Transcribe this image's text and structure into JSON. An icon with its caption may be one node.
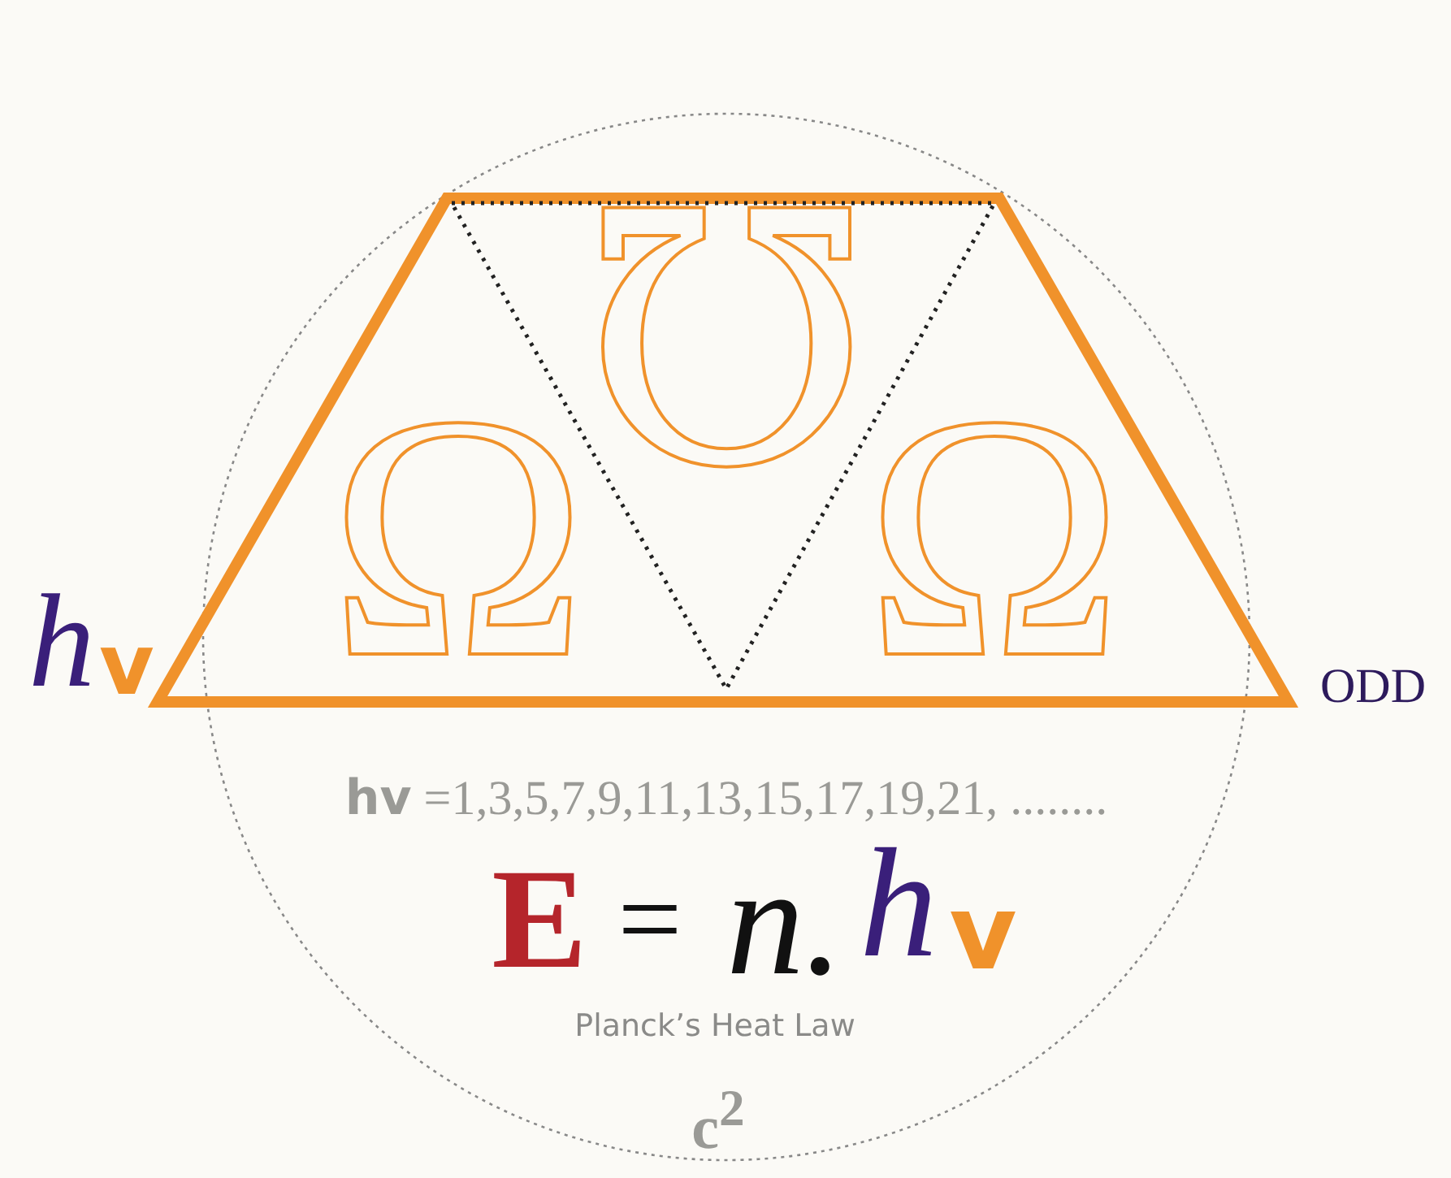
{
  "diagram": {
    "labels": [
      "Ω",
      "℧",
      "Ω",
      "h",
      "v",
      "ODD",
      "**hv** =1,3,5,7,9,11,13,15,17,19,21, ........",
      "E",
      "=",
      "n.",
      "h",
      "v",
      "Planck’s Heat Law",
      "c$^{2}$"
    ]
  }
}
